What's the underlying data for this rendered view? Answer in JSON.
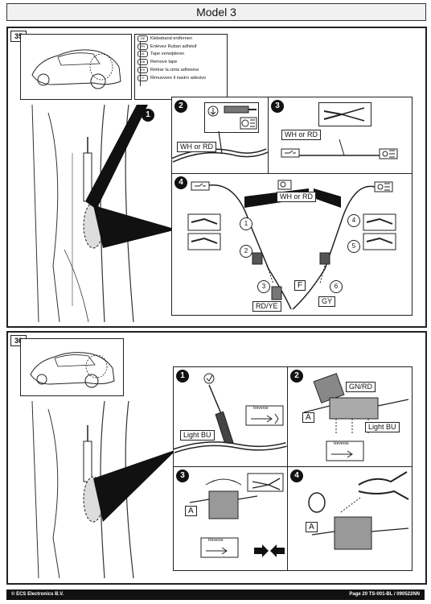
{
  "page_title": "Model 3",
  "sections": [
    {
      "number": "35",
      "legend": [
        {
          "flag": "DE",
          "text": "Klebeband entfernen"
        },
        {
          "flag": "FR",
          "text": "Enlevez Ruban adhésif"
        },
        {
          "flag": "NL",
          "text": "Tape verwijderen"
        },
        {
          "flag": "GB",
          "text": "Remove tape"
        },
        {
          "flag": "ES",
          "text": "Retirar la cinta adhesiva"
        },
        {
          "flag": "IT",
          "text": "Rimuovere il nastro adesivo"
        }
      ],
      "callout_step": "1",
      "panels": [
        {
          "step": "2",
          "labels": [
            "WH or RD"
          ]
        },
        {
          "step": "3",
          "labels": [
            "WH or RD"
          ]
        },
        {
          "step": "4",
          "labels": [
            "WH or RD",
            "F",
            "RD/YE",
            "GY"
          ],
          "numbers": [
            "1",
            "2",
            "3",
            "4",
            "5",
            "6"
          ]
        }
      ]
    },
    {
      "number": "36",
      "panels": [
        {
          "step": "1",
          "labels": [
            "Light BU",
            "Reverse"
          ]
        },
        {
          "step": "2",
          "labels": [
            "GN/RD",
            "A",
            "Light BU",
            "Reverse"
          ]
        },
        {
          "step": "3",
          "labels": [
            "A",
            "Reverse"
          ]
        },
        {
          "step": "4",
          "labels": [
            "A"
          ]
        }
      ]
    }
  ],
  "footer": {
    "company": "© ECS Electronics B.V.",
    "page": "Page 20   TS-001-BL / 090522NN"
  }
}
